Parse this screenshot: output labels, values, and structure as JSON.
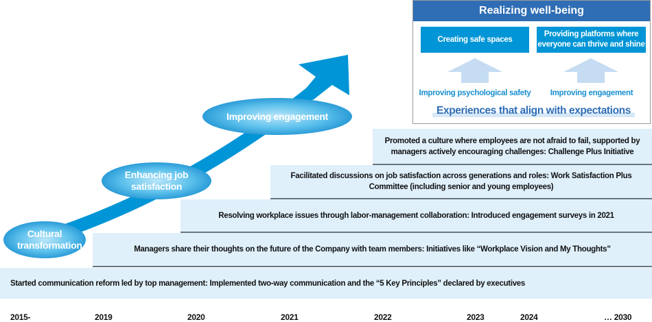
{
  "wellbeing": {
    "title": "Realizing well-being",
    "box1": "Creating safe spaces",
    "box2": "Providing platforms where everyone can thrive and shine",
    "label1": "Improving psychological safety",
    "label2": "Improving engagement",
    "footer": "Experiences that align with expectations"
  },
  "stages": [
    "Cultural transformation",
    "Enhancing job satisfaction",
    "Improving engagement"
  ],
  "bars": [
    "Started communication reform led by top management: Implemented two-way communication and the “5 Key Principles” declared by executives",
    "Managers share their thoughts on the future of the Company with team members: Initiatives like “Workplace Vision and My Thoughts”",
    "Resolving workplace issues through labor-management collaboration: Introduced engagement surveys in 2021",
    "Facilitated discussions on job satisfaction across generations and roles: Work Satisfaction Plus Committee (including senior and young employees)",
    "Promoted a culture where employees are not afraid to fail, supported by managers actively encouraging challenges: Challenge Plus Initiative"
  ],
  "years": [
    "2015-",
    "2019",
    "2020",
    "2021",
    "2022",
    "2023",
    "2024",
    "… 2030"
  ],
  "colors": {
    "arrow": "#0095d6",
    "header": "#2f6eb5",
    "bar": "#dff0fb"
  }
}
